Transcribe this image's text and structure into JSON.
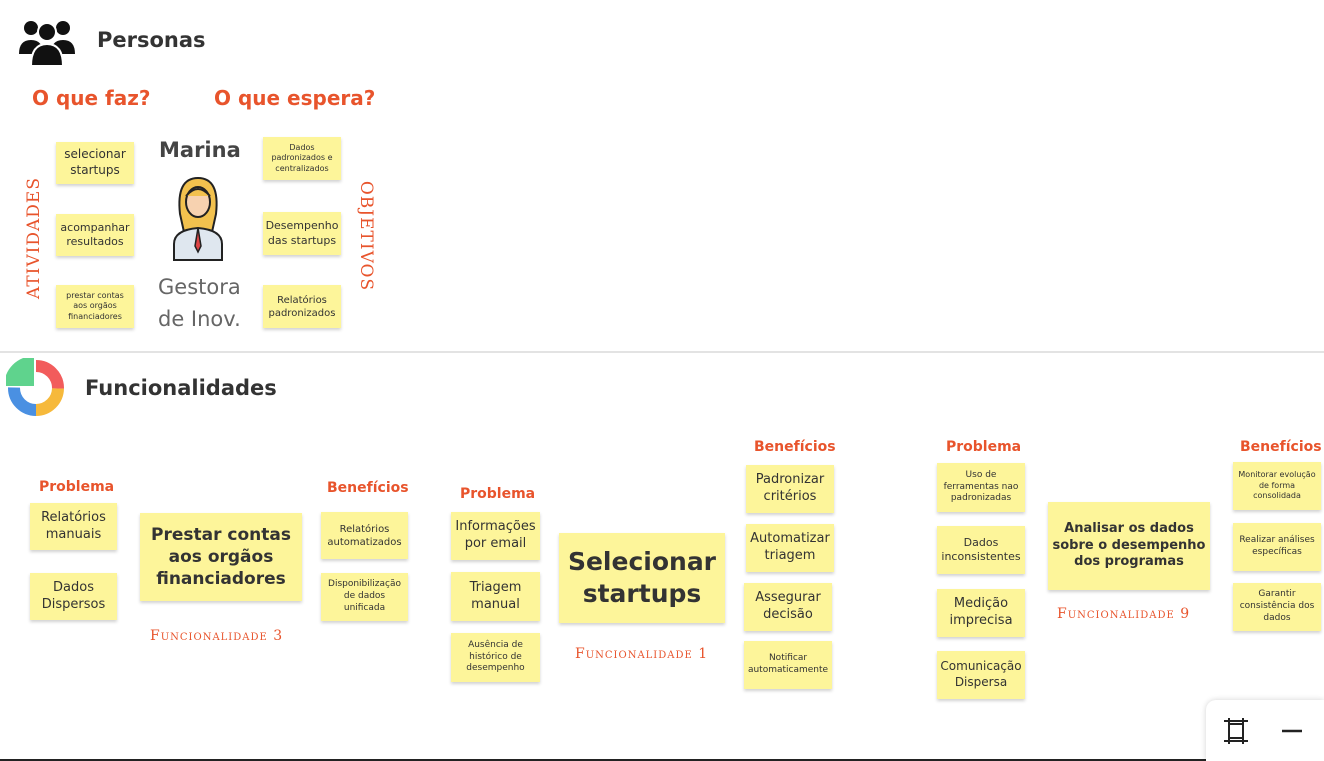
{
  "personas": {
    "title": "Personas",
    "o_que_faz": "O que faz?",
    "o_que_espera": "O que espera?",
    "atividades": "ATIVIDADES",
    "objetivos": "OBJETIVOS",
    "name": "Marina",
    "role_line1": "Gestora",
    "role_line2": "de Inov.",
    "activities": [
      "selecionar startups",
      "acompanhar resultados",
      "prestar contas aos orgãos financiadores"
    ],
    "goals": [
      "Dados padronizados e centralizados",
      "Desempenho das startups",
      "Relatórios padronizados"
    ]
  },
  "funcionalidades": {
    "title": "Funcionalidades",
    "f3": {
      "problema_label": "Problema",
      "problems": [
        "Relatórios manuais",
        "Dados Dispersos"
      ],
      "main": "Prestar contas aos orgãos financiadores",
      "label": "Funcionalidade 3",
      "beneficios_label": "Benefícios",
      "benefits": [
        "Relatórios automatizados",
        "Disponibilização de dados unificada"
      ]
    },
    "f1": {
      "problema_label": "Problema",
      "problems": [
        "Informações por email",
        "Triagem manual",
        "Ausência de histórico de desempenho"
      ],
      "main": "Selecionar startups",
      "label": "Funcionalidade 1",
      "beneficios_label": "Benefícios",
      "benefits": [
        "Padronizar critérios",
        "Automatizar triagem",
        "Assegurar decisão",
        "Notificar automaticamente"
      ]
    },
    "f9": {
      "problema_label": "Problema",
      "problems": [
        "Uso de ferramentas nao padronizadas",
        "Dados inconsistentes",
        "Medição imprecisa",
        "Comunicação Dispersa"
      ],
      "main": "Analisar os dados sobre o desempenho dos programas",
      "label": "Funcionalidade 9",
      "beneficios_label": "Benefícios",
      "benefits": [
        "Monitorar evolução de forma consolidada",
        "Realizar análises específicas",
        "Garantir consistência dos dados"
      ]
    }
  },
  "toolbar": {
    "fit_icon": "fit-to-screen-icon",
    "zoom_out_icon": "zoom-out-icon"
  },
  "colors": {
    "sticky": "#fdf59a",
    "accent": "#e8542c"
  }
}
